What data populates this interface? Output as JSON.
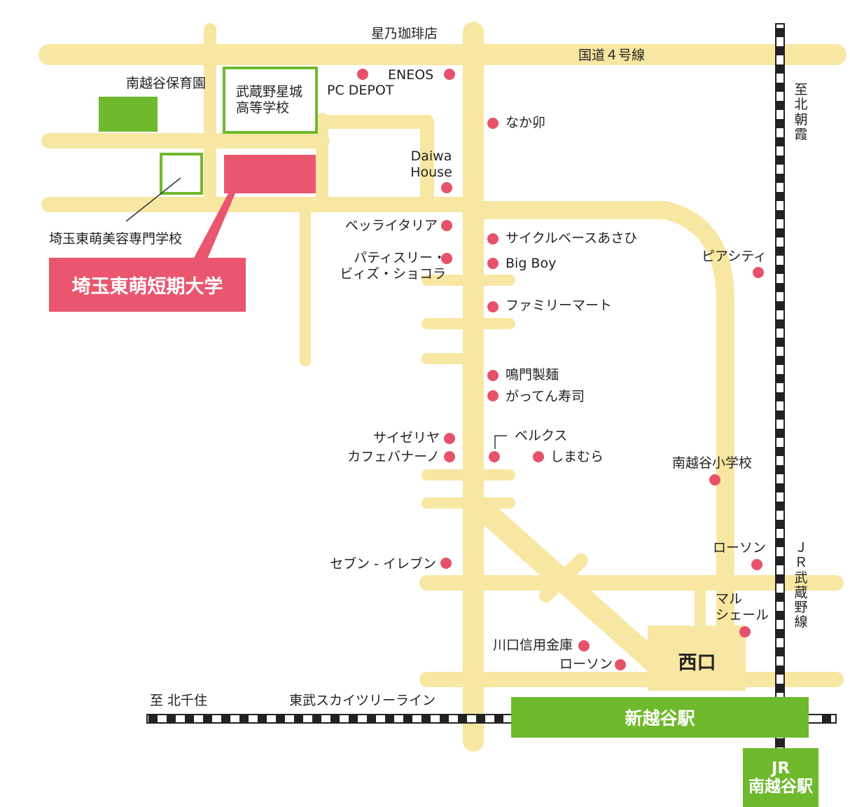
{
  "colors": {
    "road": "#f8e7a2",
    "marker": "#e6526a",
    "university": "#e9566e",
    "green_block": "#6fb92d",
    "outline": "#6fb92d",
    "station": "#6fb92d",
    "rail_dark": "#222222",
    "text": "#222222"
  },
  "places": {
    "hoshino": "星乃珈琲店",
    "route4": "国道４号線",
    "minamikoshigaya_hoikuen": "南越谷保育園",
    "musashino_hoshijo": "武蔵野星城\n高等学校",
    "eneos": "ENEOS",
    "pcdepot": "PC DEPOT",
    "nakau": "なか卯",
    "daiwa": "Daiwa\nHouse",
    "beauty_school": "埼玉東萌美容専門学校",
    "bella_italia": "ベッライタリア",
    "cycle_base": "サイクルベースあさひ",
    "patisserie": "パティスリー・\nビィズ・ショコラ",
    "bigboy": "Big Boy",
    "piacity": "ピアシティ",
    "familymart": "ファミリーマート",
    "naruto": "鳴門製麺",
    "gatten": "がってん寿司",
    "saizeriya": "サイゼリヤ",
    "cafe": "カフェバナーノ",
    "bellx": "ベルクス",
    "shimamura": "しまむら",
    "minamikoshigaya_school": "南越谷小学校",
    "seven": "セブン - イレブン",
    "lawson1": "ローソン",
    "marshale": "マル\nシェール",
    "kawaguchi": "川口信用金庫",
    "lawson2": "ローソン"
  },
  "directions": {
    "kitaasaka": "至 北朝霞",
    "kitasenju": "至 北千住",
    "musashino_line": "ＪＲ武蔵野線",
    "tobu_line": "東武スカイツリーライン"
  },
  "callout": {
    "university": "埼玉東萌短期大学"
  },
  "stations": {
    "shinkoshigaya": "新越谷駅",
    "jr_minamikoshigaya": "JR\n南越谷駅",
    "west_exit": "西口"
  }
}
